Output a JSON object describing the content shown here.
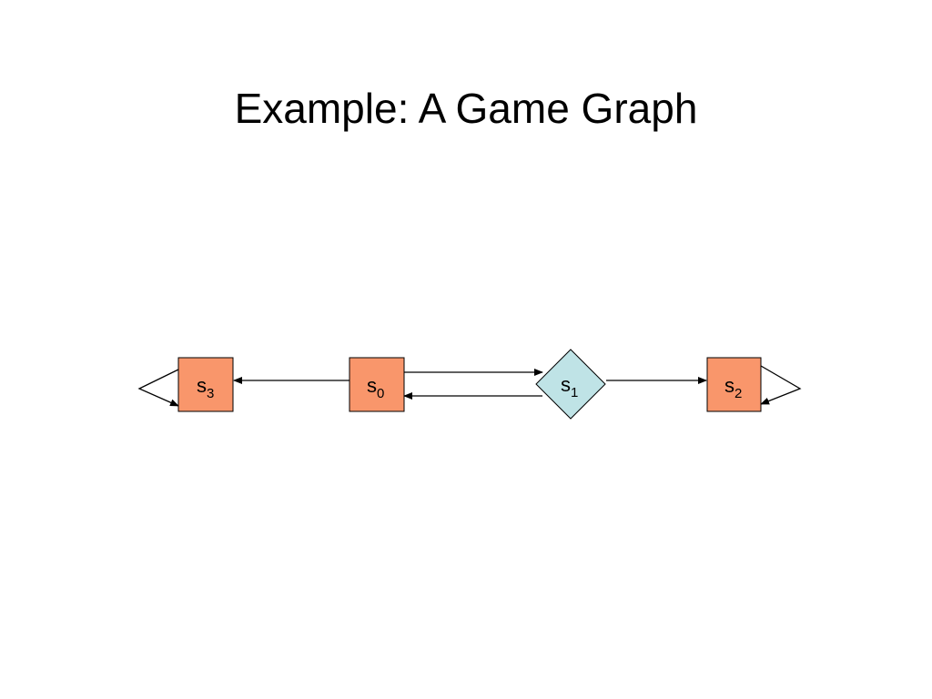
{
  "slide": {
    "title": "Example: A Game Graph"
  },
  "graph": {
    "nodes": [
      {
        "id": "s3",
        "label": "s",
        "subscript": "3",
        "shape": "square",
        "fill": "#F9966B"
      },
      {
        "id": "s0",
        "label": "s",
        "subscript": "0",
        "shape": "square",
        "fill": "#F9966B"
      },
      {
        "id": "s1",
        "label": "s",
        "subscript": "1",
        "shape": "diamond",
        "fill": "#BFE3E6"
      },
      {
        "id": "s2",
        "label": "s",
        "subscript": "2",
        "shape": "square",
        "fill": "#F9966B"
      }
    ],
    "edges": [
      {
        "from": "s0",
        "to": "s3"
      },
      {
        "from": "s0",
        "to": "s1"
      },
      {
        "from": "s1",
        "to": "s0"
      },
      {
        "from": "s1",
        "to": "s2"
      },
      {
        "from": "s3",
        "to": "s3"
      },
      {
        "from": "s2",
        "to": "s2"
      }
    ],
    "stroke_color": "#000000"
  }
}
